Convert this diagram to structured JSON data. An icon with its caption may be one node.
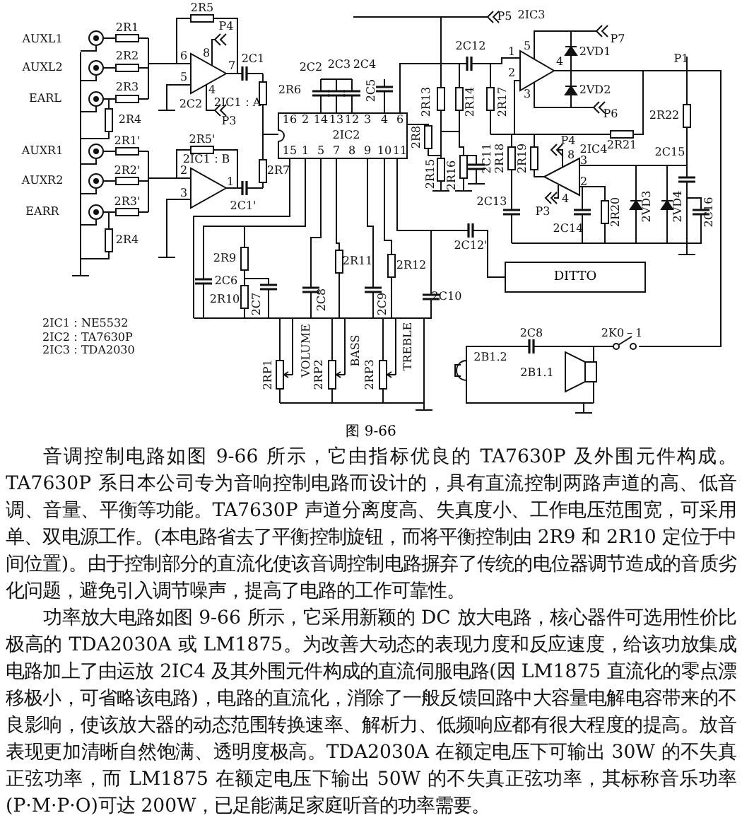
{
  "diagram": {
    "caption": "图 9-66",
    "nodes": [
      {
        "text": [
          "DITTO"
        ]
      }
    ],
    "edges": [],
    "labels": [
      "2R5",
      "P5",
      "2IC3",
      "2R1",
      "P4",
      "AUXL1",
      "P7",
      "2C12",
      "2R2",
      "6",
      "8",
      "1",
      "5",
      "2VD1",
      "2C1",
      "4",
      "P1",
      "AUXL2",
      "7",
      "2C2",
      "2C3",
      "2C4",
      "2C5",
      "2",
      "5",
      "2R3",
      "EARL",
      "2C2",
      "4",
      "2IC1：A",
      "2R6",
      "2R13",
      "2R14",
      "2R17",
      "3",
      "2VD2",
      "P6",
      "2R22",
      "2R4",
      "P3",
      "16",
      "2",
      "14",
      "13",
      "12",
      "3",
      "4",
      "6",
      "2R1'",
      "2R5'",
      "2IC2",
      "2R8",
      "P4",
      "2R21",
      "AUXR1",
      "15",
      "1",
      "5",
      "7",
      "8",
      "9",
      "10",
      "11",
      "2C11",
      "2R18",
      "2R19",
      "8",
      "2IC4",
      "2IC1：B",
      "3",
      "2R15",
      "2R16",
      "2R2'",
      "2",
      "2R7",
      "2",
      "2C15",
      "AUXR2",
      "1",
      "4",
      "3",
      "2R3'",
      "2C13",
      "2R20",
      "2VD3",
      "2VD4",
      "2C1'",
      "EARR",
      "P3",
      "2C14",
      "2C16",
      "2R4",
      "2C12'",
      "2R9",
      "2R11",
      "2R12",
      "2C6",
      "2R10",
      "2C7",
      "2C8",
      "2C9",
      "2C10",
      "2IC1：NE5532",
      "2C8",
      "2K0－1",
      "2IC2：TA7630P",
      "TREBLE",
      "2IC3：TDA2030",
      "VOLUME",
      "BASS",
      "2B1.2",
      "2B1.1",
      "2RP1",
      "2RP2",
      "2RP3",
      "音调控制电路如图 9-66 所示，它由指标优良的 TA7630P 及外围元件构成。TA7630P 系日本公司专为音响控制电路而设计的，具有直流控制两路声道的高、低音调、音量、平衡等功能。TA7630P 声道分离度高、失真度小、工作电压范围宽，可采用单、双电源工作。(本电路省去了平衡控制旋钮，而将平衡控制由 2R9 和 2R10 定位于中间位置)。由于控制部分的直流化使该音调控制电路摒弃了传统的电位器调节造成的音质劣化问题，避免引入调节噪声，提高了电路的工作可靠性。",
      "功率放大电路如图 9-66 所示，它采用新颖的 DC 放大电路，核心器件可选用性价比极高的 TDA2030A 或 LM1875。为改善大动态的表现力度和反应速度，给该功放集成电路加上了由运放 2IC4 及其外围元件构成的直流伺服电路(因 LM1875 直流化的零点漂移极小，可省略该电路)，电路的直流化，消除了一般反馈回路中大容量电解电容带来的不良影响，使该放大器的动态范围转换速率、解析力、低频响应都有很大程度的提高。放音表现更加清晰自然饱满、透明度极高。TDA2030A 在额定电压下可输出 30W 的不失真正弦功率，而 LM1875 在额定电压下输出 50W 的不失真正弦功率，其标称音乐功率(P·M·P·O)可达 200W，已足能满足家庭听音的功率需要。"
    ]
  }
}
